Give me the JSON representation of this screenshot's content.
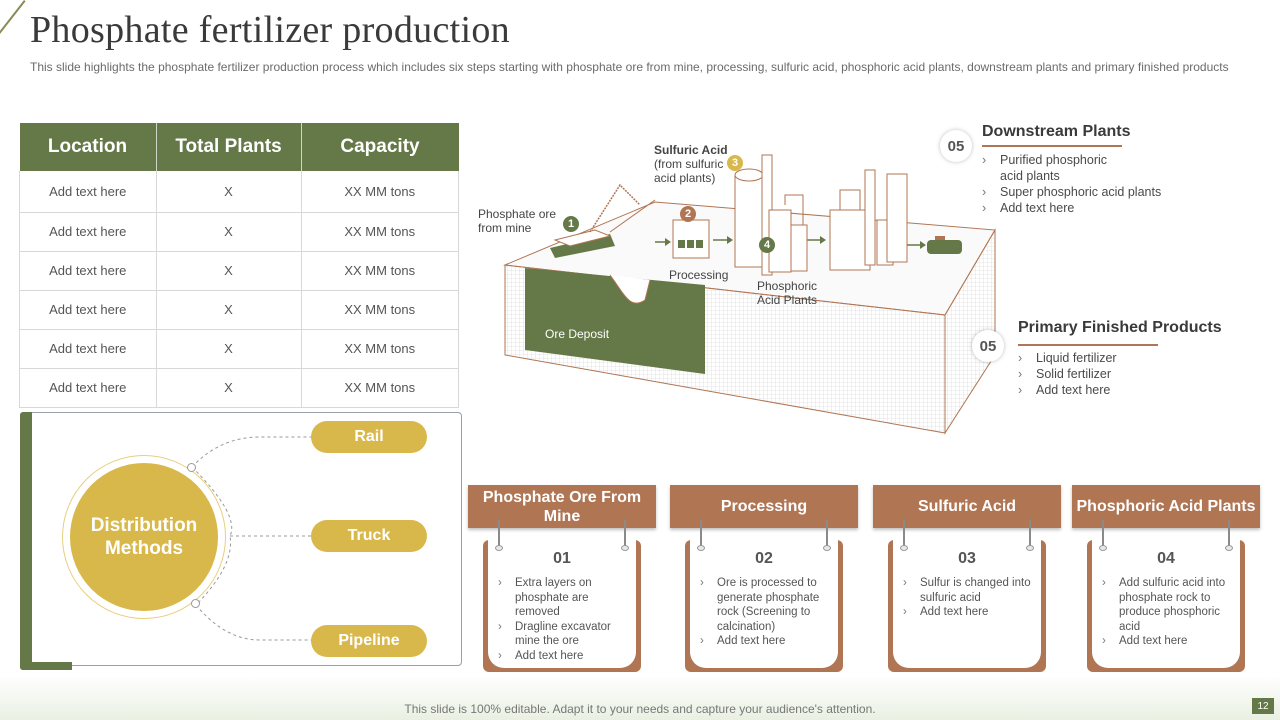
{
  "header": {
    "title": "Phosphate fertilizer production",
    "subtitle": "This slide highlights the phosphate fertilizer production process which includes six steps starting with phosphate ore from mine, processing, sulfuric acid, phosphoric acid plants, downstream plants and primary finished products"
  },
  "table": {
    "headers": [
      "Location",
      "Total Plants",
      "Capacity"
    ],
    "rows": [
      [
        "Add text here",
        "X",
        "XX  MM tons"
      ],
      [
        "Add text here",
        "X",
        "XX  MM tons"
      ],
      [
        "Add text here",
        "X",
        "XX  MM tons"
      ],
      [
        "Add text here",
        "X",
        "XX  MM tons"
      ],
      [
        "Add text here",
        "X",
        "XX  MM tons"
      ],
      [
        "Add text here",
        "X",
        "XX  MM tons"
      ]
    ]
  },
  "distribution": {
    "title": "Distribution Methods",
    "methods": [
      "Rail",
      "Truck",
      "Pipeline"
    ]
  },
  "diagram": {
    "phosphate_ore": "Phosphate ore from mine",
    "sulfuric_acid_title": "Sulfuric Acid",
    "sulfuric_acid_sub": "(from sulfuric acid plants)",
    "processing": "Processing",
    "phosphoric": "Phosphoric Acid Plants",
    "ore_deposit": "Ore Deposit",
    "markers": [
      "1",
      "2",
      "3",
      "4"
    ],
    "colors": {
      "green": "#657847",
      "brown": "#b07553",
      "gold": "#d9b84b"
    }
  },
  "side": {
    "downstream": {
      "num": "05",
      "title": "Downstream Plants",
      "items": [
        "Purified phosphoric acid plants",
        "Super phosphoric acid plants",
        "Add text here"
      ]
    },
    "primary": {
      "num": "05",
      "title": "Primary Finished Products",
      "items": [
        "Liquid fertilizer",
        "Solid fertilizer",
        "Add text here"
      ]
    }
  },
  "steps": [
    {
      "head": "Phosphate Ore From Mine",
      "num": "01",
      "items": [
        "Extra layers on phosphate are removed",
        "Dragline excavator mine the ore",
        "Add text here"
      ]
    },
    {
      "head": "Processing",
      "num": "02",
      "items": [
        "Ore is processed to generate phosphate rock (Screening to calcination)",
        "Add text here"
      ]
    },
    {
      "head": "Sulfuric Acid",
      "num": "03",
      "items": [
        "Sulfur is changed into sulfuric acid",
        "Add text here"
      ]
    },
    {
      "head": "Phosphoric Acid Plants",
      "num": "04",
      "items": [
        "Add sulfuric acid into phosphate rock to produce phosphoric acid",
        "Add text here"
      ]
    }
  ],
  "footer": {
    "text": "This slide is 100% editable. Adapt it to your needs and capture your audience's attention.",
    "page": "12"
  }
}
